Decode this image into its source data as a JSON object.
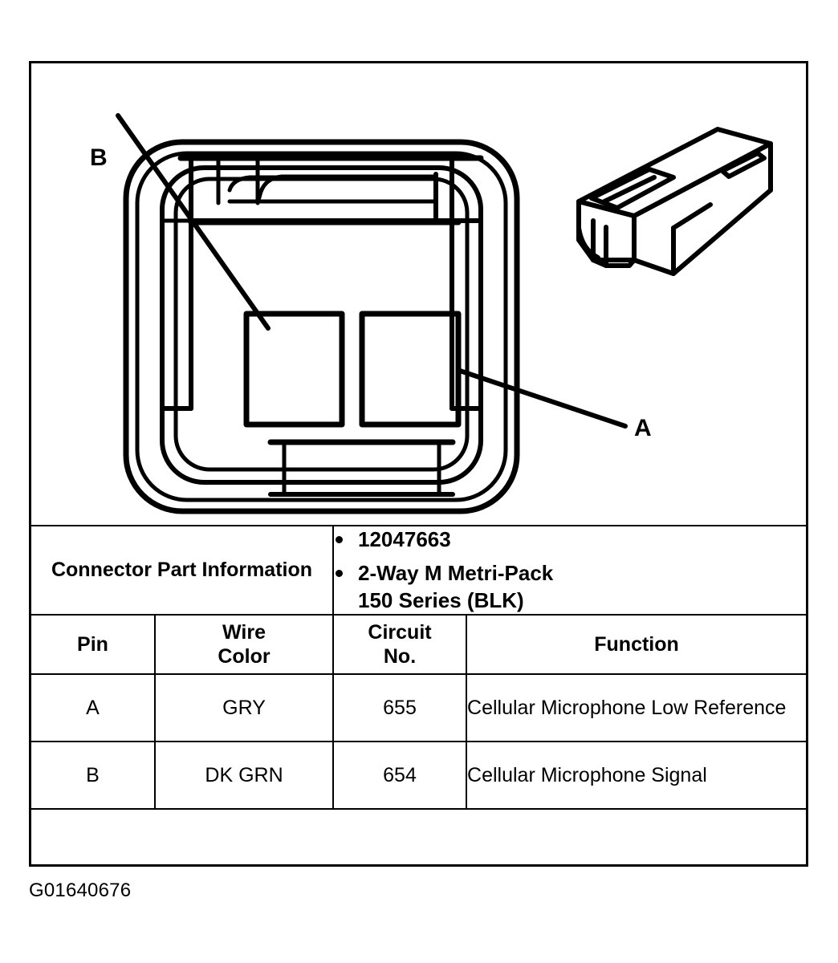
{
  "figure": {
    "id_code": "G01640676",
    "callouts": [
      {
        "label": "B",
        "pin": "B",
        "points_to": "left-cavity"
      },
      {
        "label": "A",
        "pin": "A",
        "points_to": "right-cavity"
      }
    ],
    "views": {
      "front_face": "connector-face-front-view",
      "isometric": "connector-body-isometric-view"
    }
  },
  "table": {
    "part_info": {
      "label_line1": "Connector Part",
      "label_line2": "Information",
      "values": [
        "12047663",
        "2-Way M Metri-Pack 150 Series (BLK)"
      ],
      "value_lines": [
        [
          "12047663"
        ],
        [
          "2-Way M Metri-Pack",
          "150 Series (BLK)"
        ]
      ]
    },
    "headers": {
      "pin": "Pin",
      "wire_color_line1": "Wire",
      "wire_color_line2": "Color",
      "circuit_no_line1": "Circuit",
      "circuit_no_line2": "No.",
      "function": "Function"
    },
    "rows": [
      {
        "pin": "A",
        "wire_color": "GRY",
        "circuit_no": "655",
        "function": "Cellular Microphone Low Reference"
      },
      {
        "pin": "B",
        "wire_color": "DK GRN",
        "circuit_no": "654",
        "function": "Cellular Microphone Signal"
      }
    ]
  },
  "colors": {
    "ink": "#000000",
    "paper": "#ffffff"
  }
}
